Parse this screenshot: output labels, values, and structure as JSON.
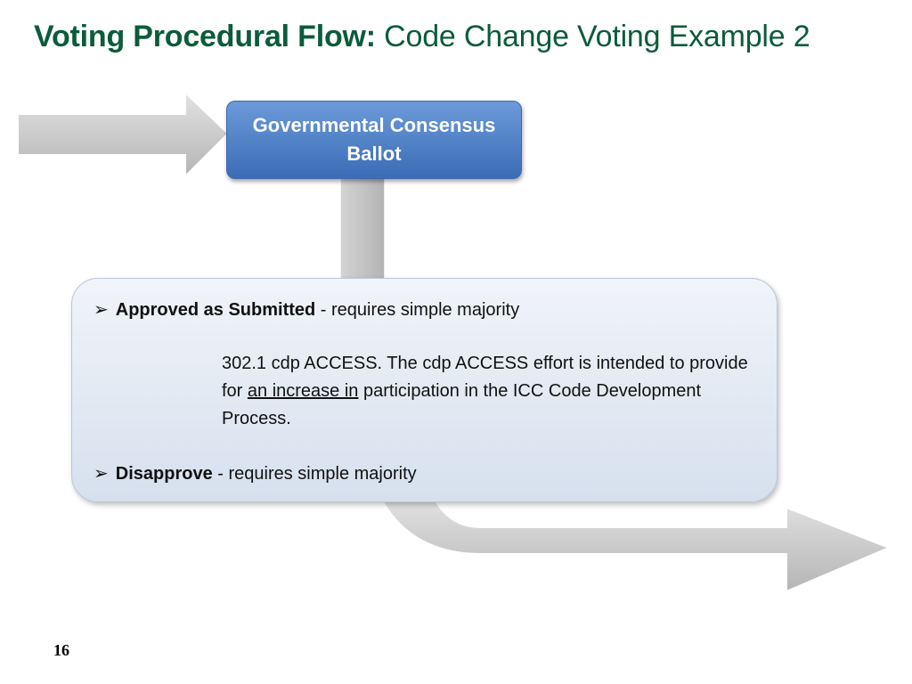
{
  "title": {
    "bold": "Voting Procedural Flow:",
    "regular": " Code Change Voting Example 2"
  },
  "ballot_box": {
    "line1": "Governmental Consensus",
    "line2": "Ballot"
  },
  "options": {
    "approved": {
      "bullet": "➢",
      "term": "Approved as Submitted",
      "rest": " - requires simple majority"
    },
    "detail": {
      "part1": "302.1 cdp ACCESS. The cdp ACCESS effort is intended to provide for ",
      "underlined": "an increase in",
      "part2": " participation in the ICC Code Development Process."
    },
    "disapprove": {
      "bullet": "➢",
      "term": "Disapprove",
      "rest": " - requires simple majority"
    }
  },
  "page_number": "16",
  "colors": {
    "title": "#0b5c3b",
    "ballot_box": "#4a7cc4",
    "arrow_fill": "#c8c8c8",
    "content_box": "#dde5f0"
  }
}
